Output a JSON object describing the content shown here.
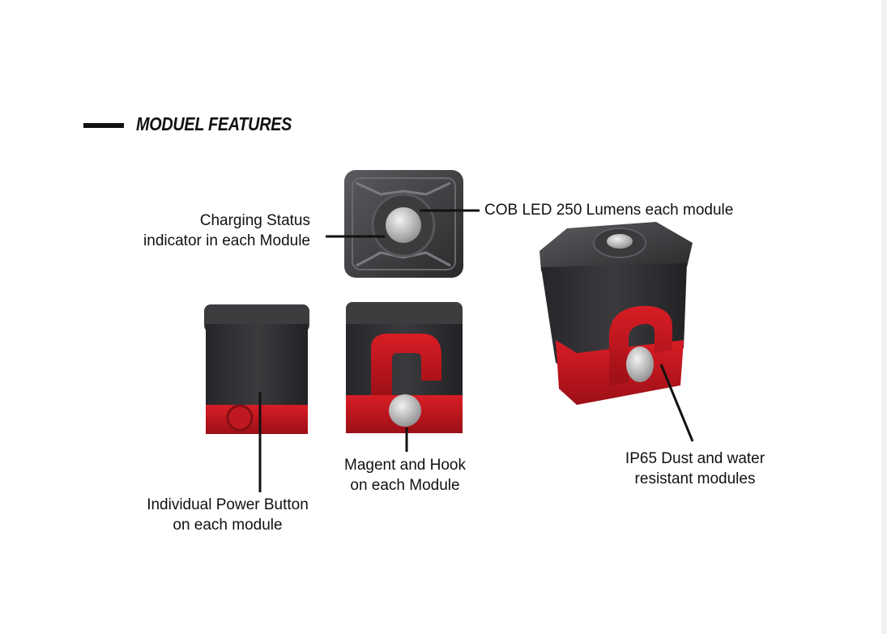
{
  "section": {
    "title": "MODUEL FEATURES"
  },
  "features": {
    "charging": {
      "line1": "Charging Status",
      "line2": "indicator in each Module"
    },
    "led": {
      "line1": "COB LED 250 Lumens each module"
    },
    "power": {
      "line1": "Individual Power Button",
      "line2": "on each module"
    },
    "magnet": {
      "line1": "Magent and Hook",
      "line2": "on each Module"
    },
    "ip65": {
      "line1": "IP65 Dust and water",
      "line2": "resistant modules"
    }
  },
  "colors": {
    "body": "#2f2f31",
    "accent_red": "#c8161e",
    "lens": "#bdbdbd"
  }
}
